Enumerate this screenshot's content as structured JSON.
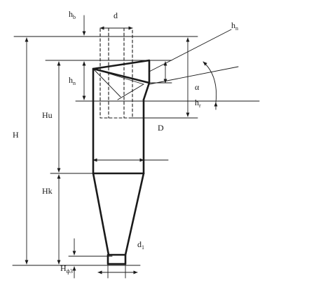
{
  "labels": {
    "hb": {
      "main": "h",
      "sub": "b"
    },
    "d": {
      "main": "d",
      "sub": ""
    },
    "hn_top": {
      "main": "h",
      "sub": "n"
    },
    "hn_mid": {
      "main": "h",
      "sub": "n"
    },
    "alpha": {
      "main": "α",
      "sub": ""
    },
    "hr": {
      "main": "h",
      "sub": "r"
    },
    "D": {
      "main": "D",
      "sub": ""
    },
    "Hu": {
      "main": "Hu",
      "sub": ""
    },
    "H": {
      "main": "H",
      "sub": ""
    },
    "Hk": {
      "main": "Hk",
      "sub": ""
    },
    "d1": {
      "main": "d",
      "sub": "1"
    },
    "Hph": {
      "main": "H",
      "sub": "ф3"
    }
  }
}
